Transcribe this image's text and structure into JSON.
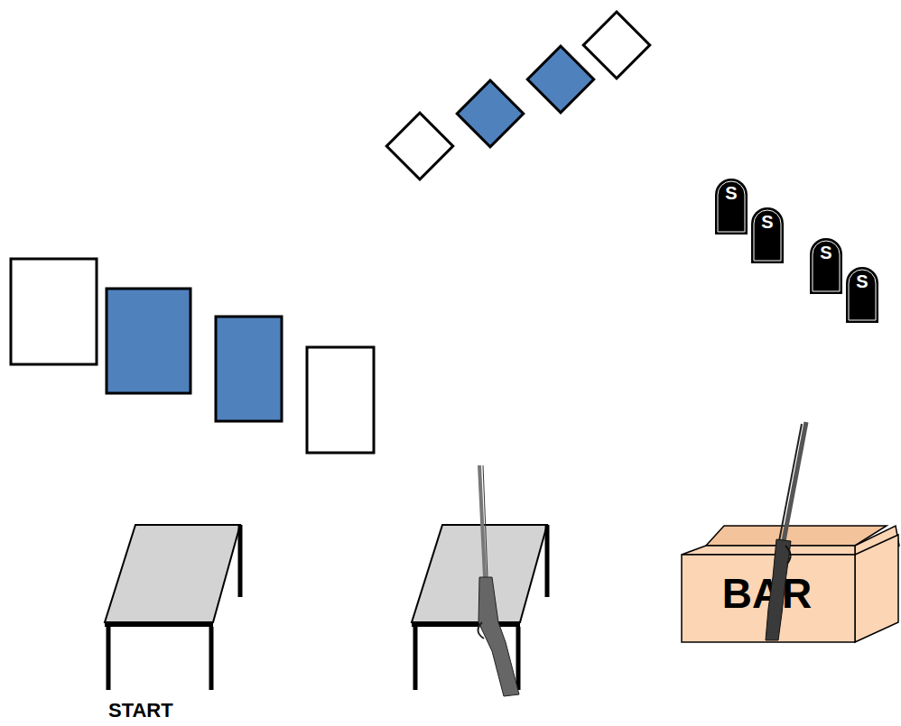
{
  "diagram": {
    "nodes": [
      {
        "text": [
          "S"
        ]
      },
      {
        "text": [
          "S"
        ]
      },
      {
        "text": [
          "S"
        ]
      },
      {
        "text": [
          "S"
        ]
      },
      {
        "text": [
          "BAR"
        ]
      }
    ],
    "labels": [
      "START"
    ]
  }
}
